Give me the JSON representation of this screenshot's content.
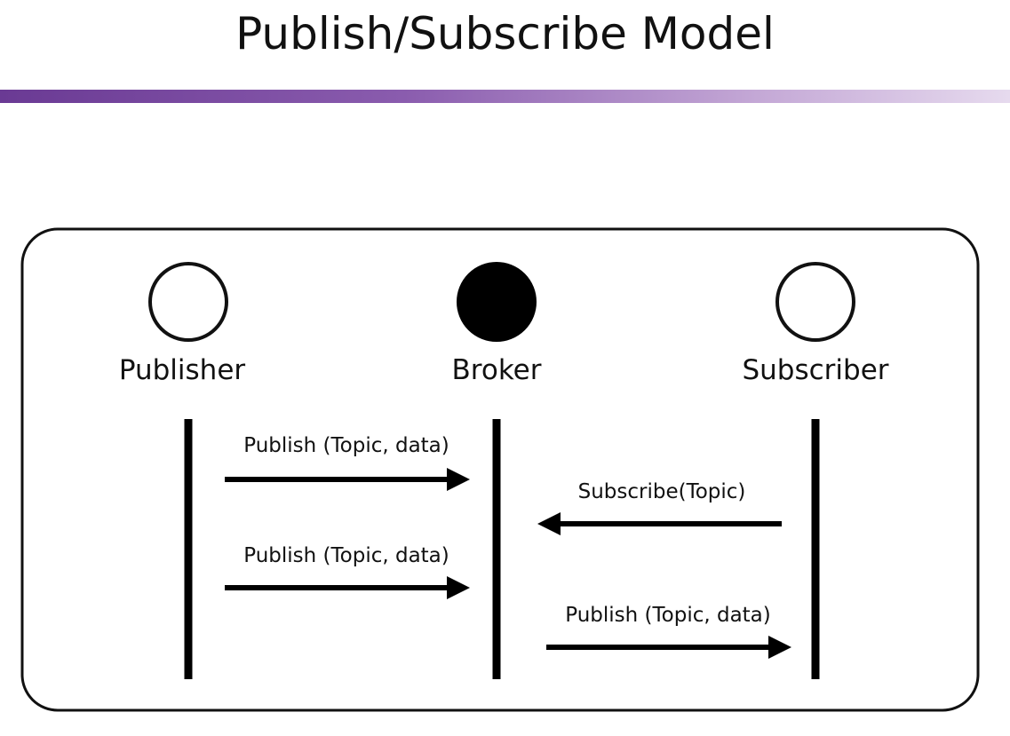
{
  "title": "Publish/Subscribe Model",
  "colors": {
    "accent_bar_start": "#6a3a94",
    "accent_bar_end": "#e6daee",
    "line": "#000000",
    "broker_fill": "#000000",
    "node_fill": "#ffffff"
  },
  "participants": [
    {
      "id": "publisher",
      "label": "Publisher",
      "node": "open-circle"
    },
    {
      "id": "broker",
      "label": "Broker",
      "node": "filled-circle"
    },
    {
      "id": "subscriber",
      "label": "Subscriber",
      "node": "open-circle"
    }
  ],
  "messages": [
    {
      "from": "publisher",
      "to": "broker",
      "label": "Publish (Topic, data)"
    },
    {
      "from": "subscriber",
      "to": "broker",
      "label": "Subscribe(Topic)"
    },
    {
      "from": "publisher",
      "to": "broker",
      "label": "Publish (Topic, data)"
    },
    {
      "from": "broker",
      "to": "subscriber",
      "label": "Publish (Topic, data)"
    }
  ]
}
